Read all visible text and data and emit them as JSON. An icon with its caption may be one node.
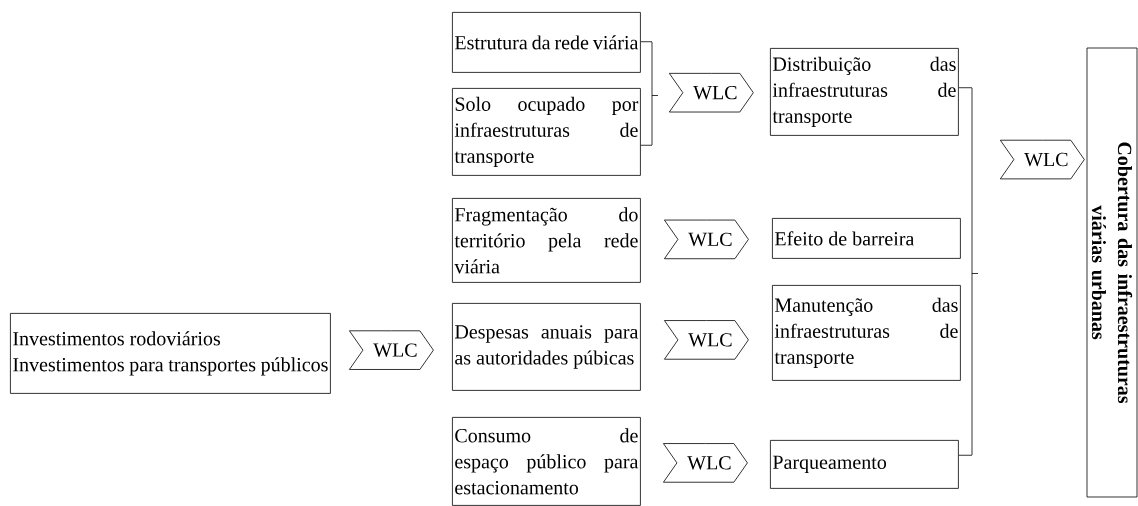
{
  "diagram": {
    "nodes": [
      {
        "text": [
          "Investimentos rodoviários",
          "Investimentos para transportes públicos"
        ]
      },
      {
        "text": [
          "Estrutura da rede viária"
        ]
      },
      {
        "text": [
          "Solo ocupado por infraestruturas de transporte"
        ]
      },
      {
        "text": [
          "Fragmentação do território pela rede viária"
        ]
      },
      {
        "text": [
          "Despesas anuais para as autoridades púbicas"
        ]
      },
      {
        "text": [
          "Consumo de espaço público para estacionamento"
        ]
      },
      {
        "text": [
          "Distribuição das infraestruturas de transporte"
        ]
      },
      {
        "text": [
          "Efeito de barreira"
        ]
      },
      {
        "text": [
          "Manutenção das infraestruturas de transporte"
        ]
      },
      {
        "text": [
          "Parqueamento"
        ]
      },
      {
        "text": [
          "Cobertura das infraestruturas viárias urbanas"
        ]
      },
      {
        "text": [],
        "shape": "bar"
      },
      {
        "text": [],
        "shape": "bar"
      }
    ],
    "edges": [
      {
        "from": 0,
        "to": 4,
        "arrow": "to",
        "label": "WLC"
      },
      {
        "from": 1,
        "to": 11,
        "arrow": "none"
      },
      {
        "from": 2,
        "to": 11,
        "arrow": "none"
      },
      {
        "from": 11,
        "to": 6,
        "arrow": "to",
        "label": "WLC"
      },
      {
        "from": 3,
        "to": 7,
        "arrow": "to",
        "label": "WLC"
      },
      {
        "from": 4,
        "to": 8,
        "arrow": "to",
        "label": "WLC"
      },
      {
        "from": 5,
        "to": 9,
        "arrow": "to",
        "label": "WLC"
      },
      {
        "from": 6,
        "to": 12,
        "arrow": "none"
      },
      {
        "from": 9,
        "to": 12,
        "arrow": "none"
      },
      {
        "from": 12,
        "to": 10,
        "arrow": "to",
        "label": "WLC"
      }
    ]
  }
}
